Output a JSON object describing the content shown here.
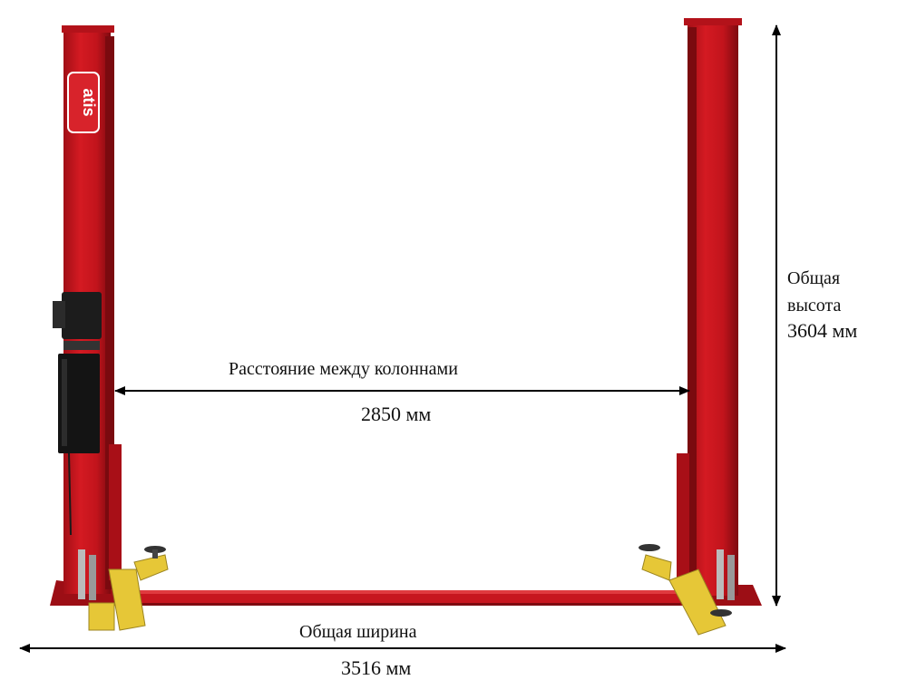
{
  "brand": {
    "logo": "atis"
  },
  "dimensions": {
    "column_distance": {
      "label": "Расстояние между колоннами",
      "value": "2850 мм"
    },
    "overall_height": {
      "label_line1": "Общая",
      "label_line2": "высота",
      "value": "3604 мм"
    },
    "overall_width": {
      "label": "Общая ширина",
      "value": "3516 мм"
    }
  },
  "colors": {
    "column_red": "#c8141e",
    "column_dark": "#8e0c12",
    "arm_yellow": "#e8c93a",
    "motor_black": "#1a1a1a"
  }
}
